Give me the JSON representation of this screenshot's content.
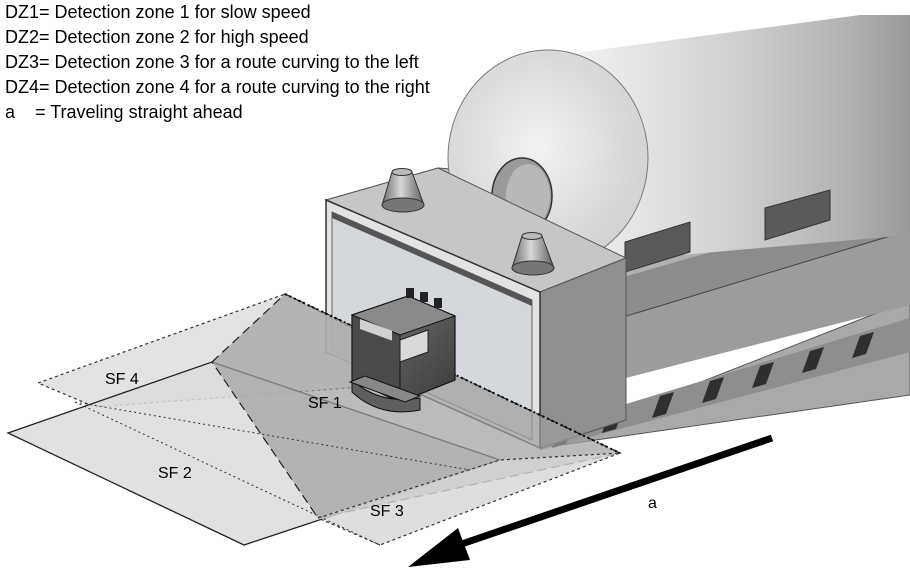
{
  "legend": [
    {
      "key": "DZ1",
      "text": "DZ1= Detection zone 1 for slow speed"
    },
    {
      "key": "DZ2",
      "text": "DZ2= Detection zone 2 for high speed"
    },
    {
      "key": "DZ3",
      "text": "DZ3= Detection zone 3 for a route curving to the left"
    },
    {
      "key": "DZ4",
      "text": "DZ4= Detection zone 4 for a route curving to the right"
    },
    {
      "key": "a",
      "text": "a    = Traveling straight ahead"
    }
  ],
  "fields": {
    "sf1": "SF 1",
    "sf2": "SF 2",
    "sf3": "SF 3",
    "sf4": "SF 4"
  },
  "direction_label": "a"
}
